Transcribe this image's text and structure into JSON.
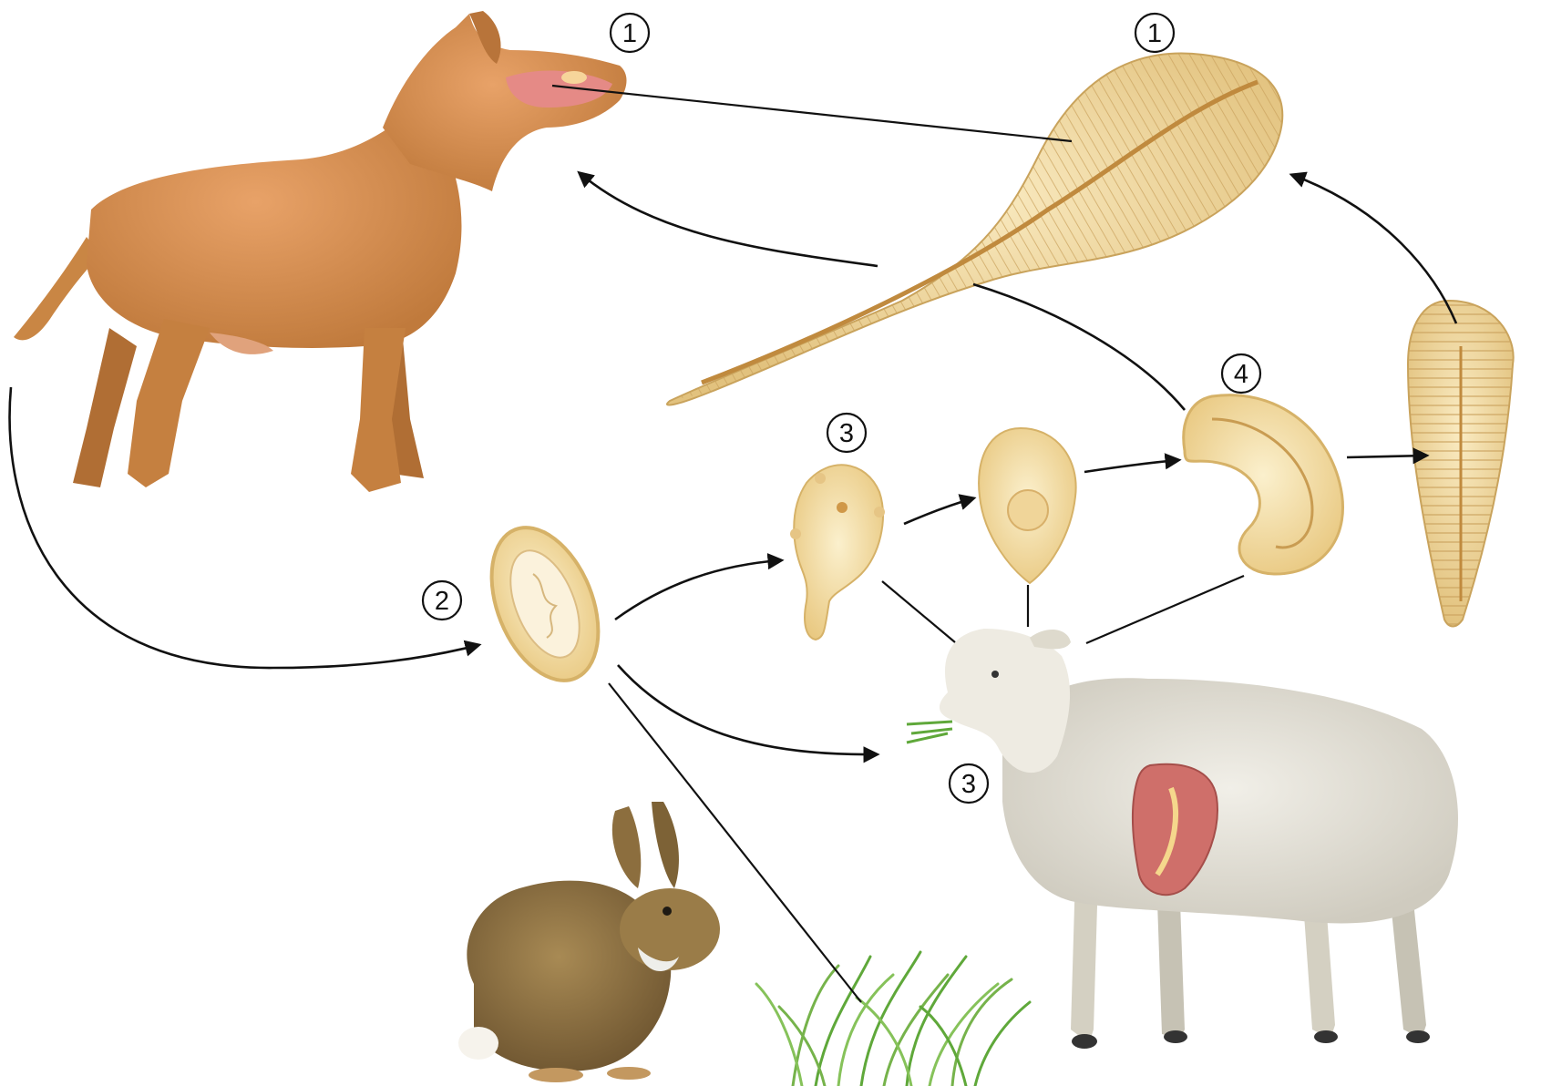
{
  "labels": {
    "dog_mouth": "1",
    "adult_worm": "1",
    "egg": "2",
    "oncosphere": "3",
    "sheep": "3",
    "cyst": "4"
  }
}
